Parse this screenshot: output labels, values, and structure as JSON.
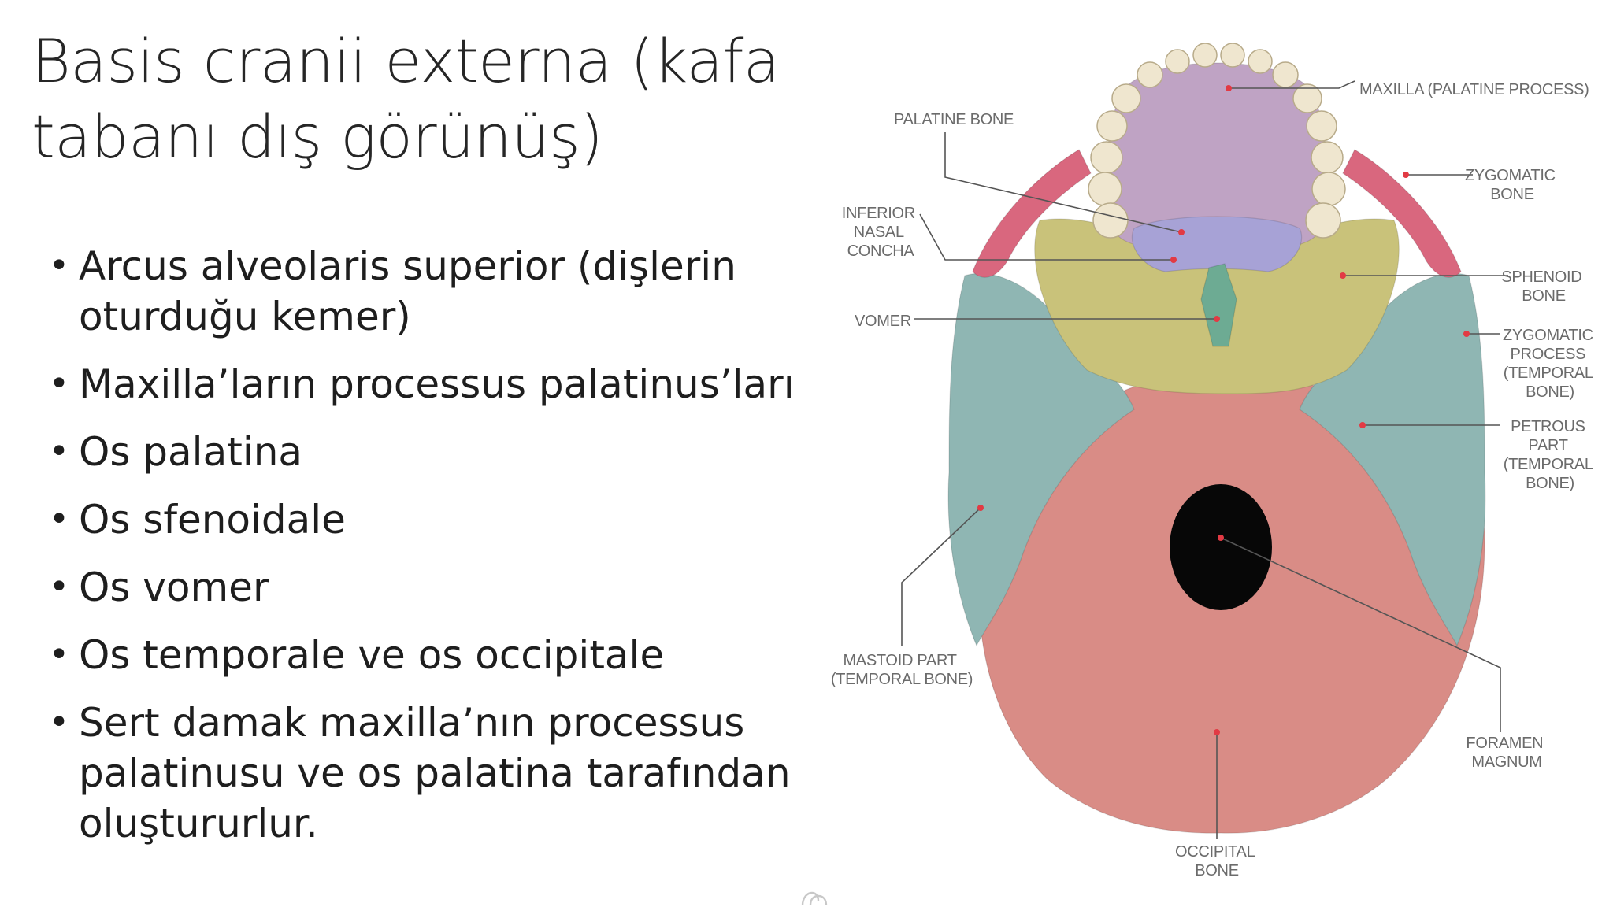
{
  "slide": {
    "title_lines": [
      "Basis cranii externa (kafa",
      "tabanı dış görünüş)"
    ],
    "bullets": [
      {
        "lines": [
          "Arcus alveolaris superior (dişlerin",
          "oturduğu kemer)"
        ]
      },
      {
        "lines": [
          "Maxilla’ların processus palatinus’ları"
        ]
      },
      {
        "lines": [
          "Os palatina"
        ]
      },
      {
        "lines": [
          "Os sfenoidale"
        ]
      },
      {
        "lines": [
          "Os vomer"
        ]
      },
      {
        "lines": [
          "Os temporale ve os occipitale"
        ]
      },
      {
        "lines": [
          "Sert damak maxilla’nın processus",
          "palatinusu ve os palatina tarafından",
          "oluştururlur."
        ]
      }
    ]
  },
  "figure": {
    "labels": {
      "maxilla": [
        "MAXILLA (PALATINE PROCESS)"
      ],
      "palatine": [
        "PALATINE BONE"
      ],
      "zygomatic_bone": [
        "ZYGOMATIC",
        "BONE"
      ],
      "inferior_nasal_concha": [
        "INFERIOR",
        "NASAL",
        "CONCHA"
      ],
      "sphenoid": [
        "SPHENOID",
        "BONE"
      ],
      "vomer": [
        "VOMER"
      ],
      "zygomatic_process": [
        "ZYGOMATIC",
        "PROCESS",
        "(TEMPORAL",
        "BONE)"
      ],
      "petrous": [
        "PETROUS",
        "PART",
        "(TEMPORAL",
        "BONE)"
      ],
      "mastoid": [
        "MASTOID PART",
        "(TEMPORAL BONE)"
      ],
      "foramen_magnum": [
        "FORAMEN",
        "MAGNUM"
      ],
      "occipital": [
        "OCCIPITAL",
        "BONE"
      ]
    },
    "colors": {
      "maxilla": "#bfa3c4",
      "palatine": "#a7a2d6",
      "sphenoid": "#c9c27a",
      "temporal": "#8fb6b3",
      "occipital": "#d98c86",
      "zygomatic": "#d9677e",
      "vomer": "#6dab93",
      "teeth": "#efe6cf",
      "accent": "#e23a44"
    }
  }
}
